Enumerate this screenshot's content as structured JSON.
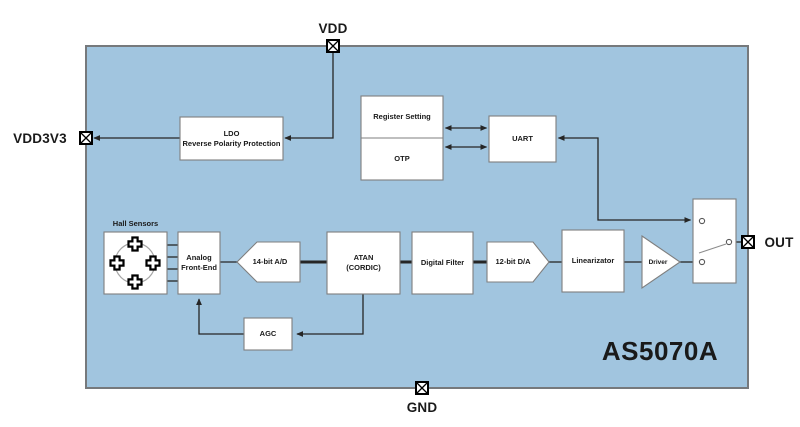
{
  "chip": {
    "name": "AS5070A"
  },
  "pins": {
    "vdd": "VDD",
    "vdd3v3": "VDD3V3",
    "out": "OUT",
    "gnd": "GND"
  },
  "blocks": {
    "ldo_line1": "LDO",
    "ldo_line2": "Reverse Polarity Protection",
    "register_setting": "Register Setting",
    "otp": "OTP",
    "uart": "UART",
    "hall_sensors": "Hall Sensors",
    "afe_line1": "Analog",
    "afe_line2": "Front-End",
    "adc": "14-bit A/D",
    "atan_line1": "ATAN",
    "atan_line2": "(CORDIC)",
    "digital_filter": "Digital Filter",
    "dac": "12-bit D/A",
    "linearizator": "Linearizator",
    "driver": "Driver",
    "agc": "AGC"
  },
  "colors": {
    "chip_fill": "#a1c5df",
    "chip_border": "#76797c",
    "block_border": "#7f7f7f",
    "line": "#262626",
    "text": "#1a1a1a"
  }
}
